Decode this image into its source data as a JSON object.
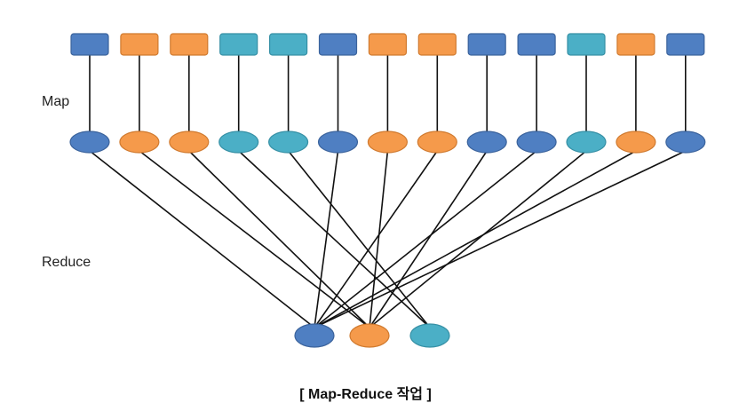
{
  "labels": {
    "map": "Map",
    "reduce": "Reduce",
    "caption": "[ Map-Reduce 작업 ]"
  },
  "colors": {
    "blue": "#4F7FC2",
    "orange": "#F59A4B",
    "teal": "#4BAFC6",
    "blue_border": "#3B639C",
    "orange_border": "#D07A2F",
    "teal_border": "#3690A5",
    "line": "#111111"
  },
  "inputs": [
    "blue",
    "orange",
    "orange",
    "teal",
    "teal",
    "blue",
    "orange",
    "orange",
    "blue",
    "blue",
    "teal",
    "orange",
    "blue"
  ],
  "mappers": [
    "blue",
    "orange",
    "orange",
    "teal",
    "teal",
    "blue",
    "orange",
    "orange",
    "blue",
    "blue",
    "teal",
    "orange",
    "blue"
  ],
  "reducers": [
    "blue",
    "orange",
    "teal"
  ],
  "shuffle_edges": [
    [
      0,
      0
    ],
    [
      1,
      1
    ],
    [
      2,
      1
    ],
    [
      3,
      2
    ],
    [
      4,
      2
    ],
    [
      5,
      0
    ],
    [
      6,
      1
    ],
    [
      7,
      0
    ],
    [
      8,
      1
    ],
    [
      9,
      0
    ],
    [
      10,
      1
    ],
    [
      11,
      0
    ],
    [
      12,
      0
    ]
  ]
}
